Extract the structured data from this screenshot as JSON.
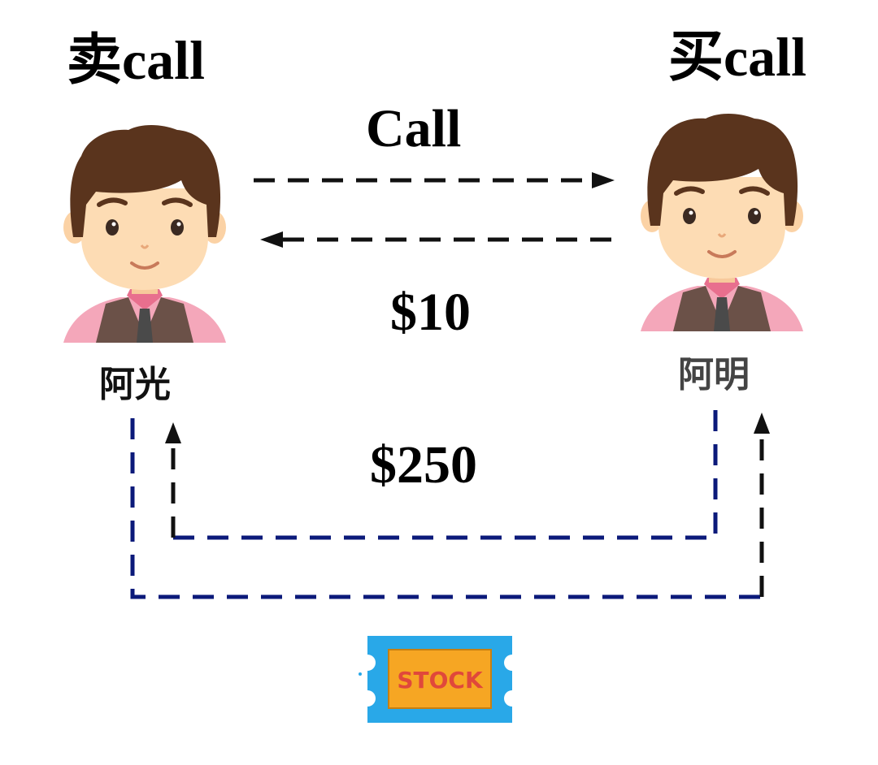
{
  "seller": {
    "role_label": "卖call",
    "name": "阿光"
  },
  "buyer": {
    "role_label": "买call",
    "name": "阿明"
  },
  "flows": {
    "option_label": "Call",
    "premium_label": "$10",
    "strike_label": "$250"
  },
  "ticket": {
    "text": "STOCK"
  },
  "colors": {
    "dashed_black": "#111111",
    "dashed_navy": "#0b1a7a",
    "skin": "#fddcb4",
    "hair": "#5a341d",
    "shirt": "#f4a7ba",
    "vest": "#6b5148",
    "tie": "#4a4a4a",
    "ticket_blue": "#29a8e8",
    "ticket_orange": "#f6a623",
    "ticket_text": "#e0483b"
  }
}
